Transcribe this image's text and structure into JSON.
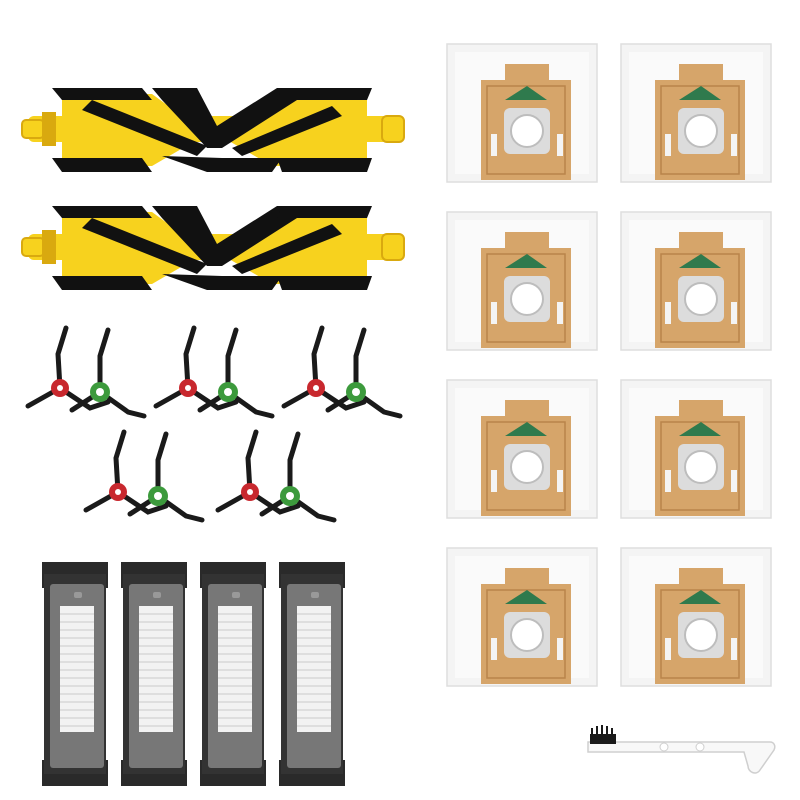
{
  "colors": {
    "background": "#ffffff",
    "brush_core": "#f7d21e",
    "brush_core_shade": "#d9a90f",
    "bristle": "#111111",
    "side_brush_hub_red": "#c8282e",
    "side_brush_hub_green": "#3c9a3c",
    "side_brush_arm": "#1a1a1a",
    "filter_foam": "#2a2a2a",
    "filter_frame": "#777777",
    "filter_pleat": "#f2f2f2",
    "bag_fabric": "#f4f4f4",
    "bag_card": "#d6a56a",
    "bag_card_dark": "#b9844a",
    "bag_green": "#2f7a4d",
    "tool_white": "#f8f8f8",
    "tool_bristle": "#1a1a1a"
  },
  "products": {
    "main_brushes": {
      "count": 2
    },
    "side_brush_pairs": {
      "count": 5
    },
    "hepa_filters": {
      "count": 4
    },
    "dust_bags": {
      "count": 8
    },
    "cleaning_tool": {
      "count": 1
    }
  }
}
